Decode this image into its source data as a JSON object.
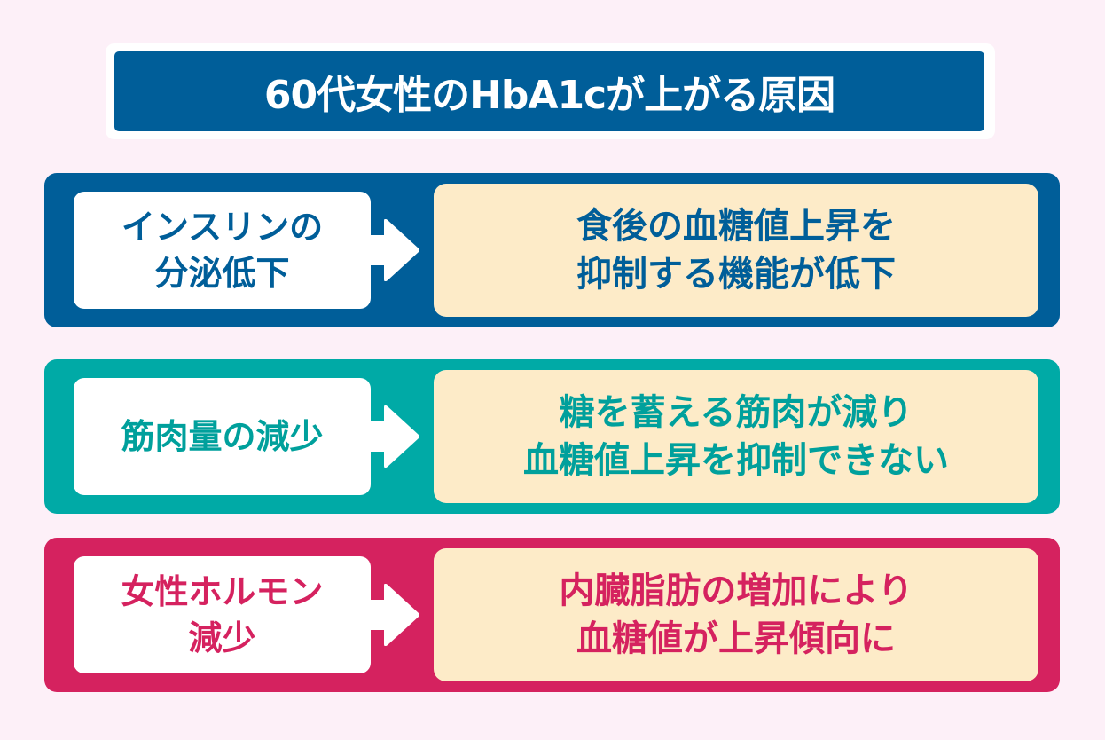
{
  "title": "60代女性のHbA1cが上がる原因",
  "colors": {
    "background": "#fdf0f8",
    "title_bg": "#005e99",
    "effect_bg": "#fdebc8",
    "row_blue": "#005e99",
    "row_teal": "#00aaa6",
    "row_pink": "#d5225f"
  },
  "rows": [
    {
      "cause": [
        "インスリンの",
        "分泌低下"
      ],
      "arrow_icon": "right-arrow",
      "effect": [
        "食後の血糖値上昇を",
        "抑制する機能が低下"
      ]
    },
    {
      "cause": [
        "筋肉量の減少"
      ],
      "arrow_icon": "right-arrow",
      "effect": [
        "糖を蓄える筋肉が減り",
        "血糖値上昇を抑制できない"
      ]
    },
    {
      "cause": [
        "女性ホルモン",
        "減少"
      ],
      "arrow_icon": "right-arrow",
      "effect": [
        "内臓脂肪の増加により",
        "血糖値が上昇傾向に"
      ]
    }
  ]
}
